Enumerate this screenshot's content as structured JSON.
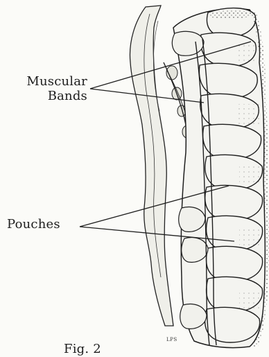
{
  "figure": {
    "labels": {
      "muscular_line1": "Muscular",
      "muscular_line2": "Bands",
      "pouches": "Pouches"
    },
    "caption": "Fig. 2",
    "artist_initials": "LPS"
  },
  "colors": {
    "background": "#fbfbf8",
    "ink": "#1e1e1e",
    "pouch_fill": "#f4f4f0",
    "mesentery_fill": "#efefe9"
  }
}
